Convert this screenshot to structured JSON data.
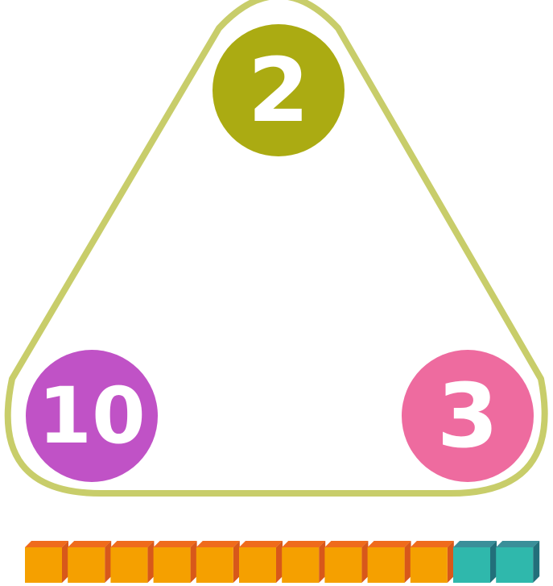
{
  "colors": {
    "triangle_outline": "#c8cd6a",
    "top_circle": "#abab12",
    "left_circle": "#c052c6",
    "right_circle": "#ee6b9f",
    "orange_cube_face": "#f5a000",
    "orange_cube_top": "#ef6b1c",
    "orange_cube_side": "#d8581a",
    "teal_cube_face": "#2fb8ac",
    "teal_cube_top": "#3a8f99",
    "teal_cube_side": "#226f7a",
    "number_text": "#ffffff"
  },
  "numbers": {
    "top": "2",
    "left": "10",
    "right": "3"
  },
  "cubes": {
    "orange_count": 10,
    "teal_count": 2
  }
}
